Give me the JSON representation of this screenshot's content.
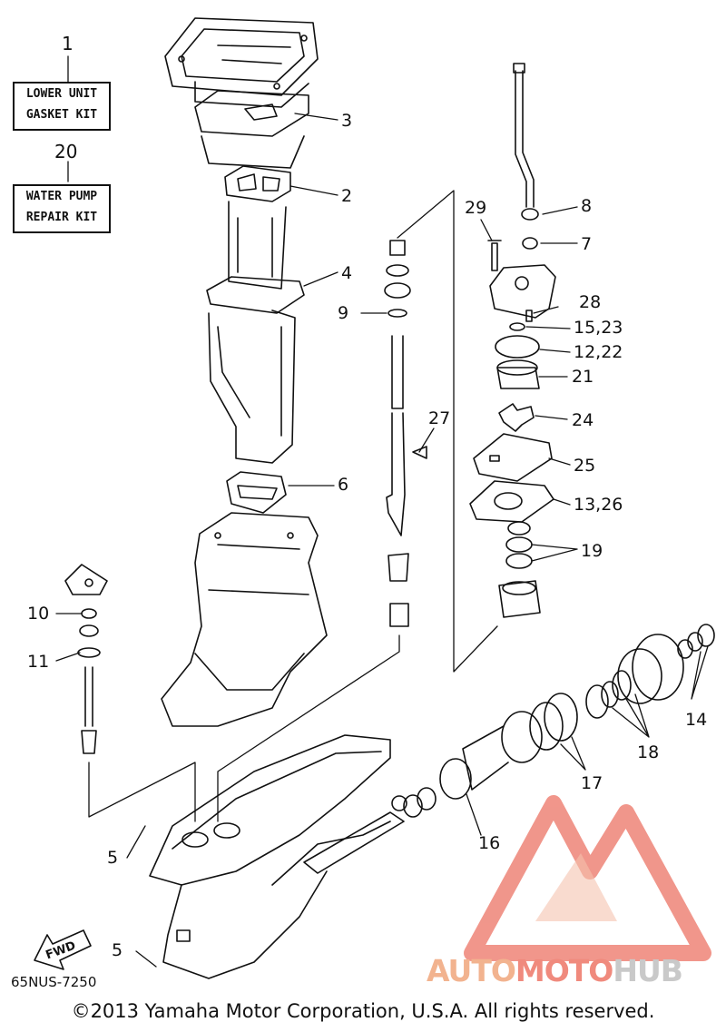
{
  "kits": [
    {
      "number": "1",
      "line1": "LOWER UNIT",
      "line2": "GASKET KIT"
    },
    {
      "number": "20",
      "line1": "WATER PUMP",
      "line2": "REPAIR KIT"
    }
  ],
  "callouts": {
    "c3": "3",
    "c2": "2",
    "c4": "4",
    "c6": "6",
    "c8": "8",
    "c7": "7",
    "c29": "29",
    "c9": "9",
    "c28": "28",
    "c15_23": "15,23",
    "c12_22": "12,22",
    "c21": "21",
    "c27": "27",
    "c24": "24",
    "c25": "25",
    "c13_26": "13,26",
    "c19": "19",
    "c10": "10",
    "c11": "11",
    "c14": "14",
    "c18": "18",
    "c17": "17",
    "c16": "16",
    "c5a": "5",
    "c5b": "5"
  },
  "fwd_label": "FWD",
  "diagram_code": "65NUS-7250",
  "copyright": "©2013 Yamaha Motor Corporation, U.S.A. All rights reserved.",
  "watermark": {
    "part1": "AUTO",
    "part2": "MOTO",
    "part3": "HUB",
    "colors": [
      "#f2b38f",
      "#f08a7d",
      "#c9c9c9"
    ]
  }
}
